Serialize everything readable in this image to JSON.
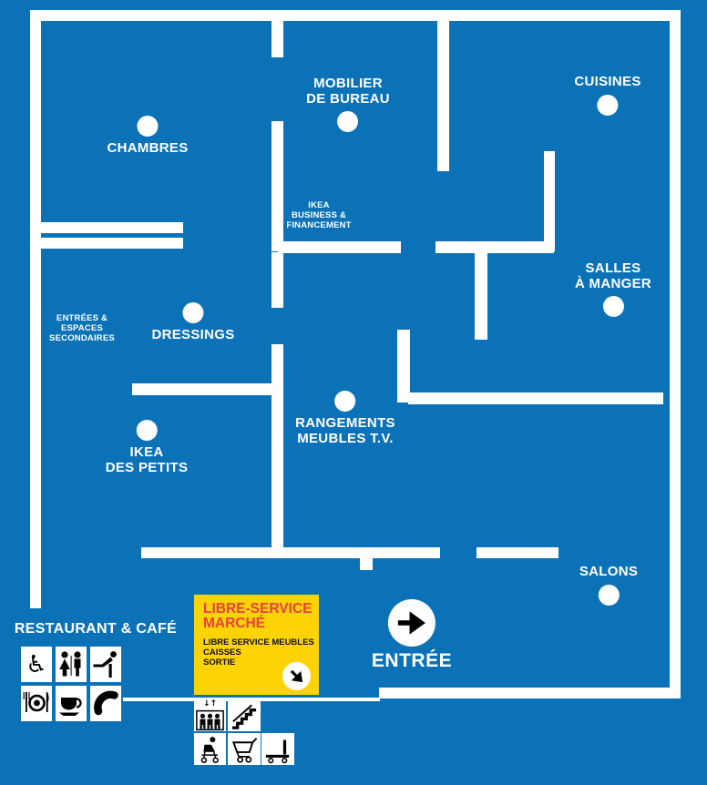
{
  "colors": {
    "background": "#0c72b8",
    "wall": "#ffffff",
    "marker": "#ffffff",
    "libre_bg": "#fdd303",
    "libre_title_red": "#e8403e",
    "icon_black": "#000000"
  },
  "departments": [
    {
      "id": "chambres",
      "label": "CHAMBRES"
    },
    {
      "id": "mobilier-de-bureau",
      "label": "MOBILIER\nDE BUREAU"
    },
    {
      "id": "cuisines",
      "label": "CUISINES"
    },
    {
      "id": "ikea-business-financement",
      "label": "IKEA\nBUSINESS &\nFINANCEMENT"
    },
    {
      "id": "entrees-espaces-secondaires",
      "label": "ENTRÉES &\nESPACES\nSECONDAIRES"
    },
    {
      "id": "dressings",
      "label": "DRESSINGS"
    },
    {
      "id": "salles-a-manger",
      "label": "SALLES\nÀ MANGER"
    },
    {
      "id": "rangements-meubles-tv",
      "label": "RANGEMENTS\nMEUBLES T.V."
    },
    {
      "id": "ikea-des-petits",
      "label": "IKEA\nDES PETITS"
    },
    {
      "id": "salons",
      "label": "SALONS"
    }
  ],
  "entrance": {
    "label": "ENTRÉE",
    "icon": "arrow-right-icon"
  },
  "restaurant": {
    "label": "RESTAURANT & CAFÉ",
    "icons": [
      "wheelchair",
      "restroom",
      "baby-care",
      "dining",
      "coffee",
      "telephone"
    ]
  },
  "libre_service": {
    "title": "LIBRE-SERVICE\nMARCHÉ",
    "details": "LIBRE SERVICE MEUBLES\nCAISSES\nSORTIE",
    "icon": "arrow-down-right-icon"
  },
  "facility_icons": [
    "elevator",
    "escalator",
    "child-cart",
    "shopping-cart",
    "flatbed-trolley"
  ],
  "elevator_arrows": "↓↑",
  "wheelchair_glyph": "♿"
}
